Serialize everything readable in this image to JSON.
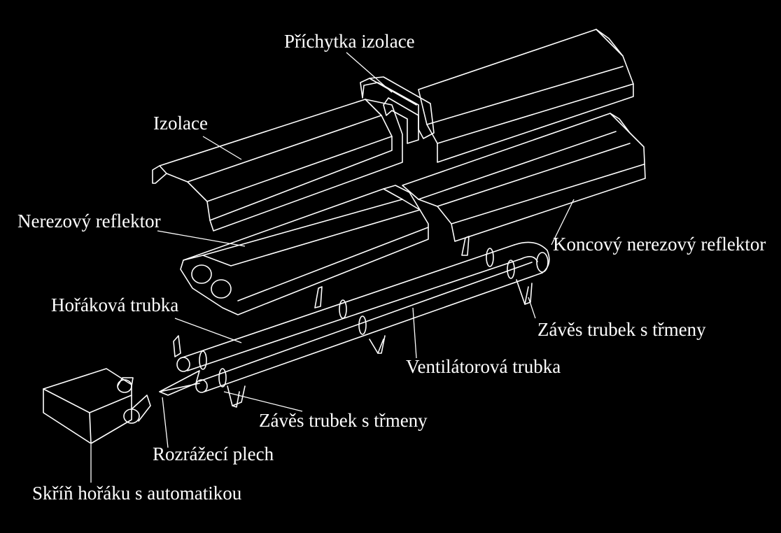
{
  "labels": {
    "clip": "Příchytka izolace",
    "insulation": "Izolace",
    "reflector": "Nerezový reflektor",
    "end_reflector": "Koncový nerezový reflektor",
    "burner_tube": "Hořáková trubka",
    "hanger_right": "Závěs trubek s třmeny",
    "fan_tube": "Ventilátorová trubka",
    "hanger_bottom": "Závěs trubek s třmeny",
    "baffle": "Rozrážecí plech",
    "burner_box": "Skříň hořáku s automatikou"
  },
  "colors": {
    "background": "#000000",
    "line": "#ffffff",
    "text": "#ffffff"
  }
}
